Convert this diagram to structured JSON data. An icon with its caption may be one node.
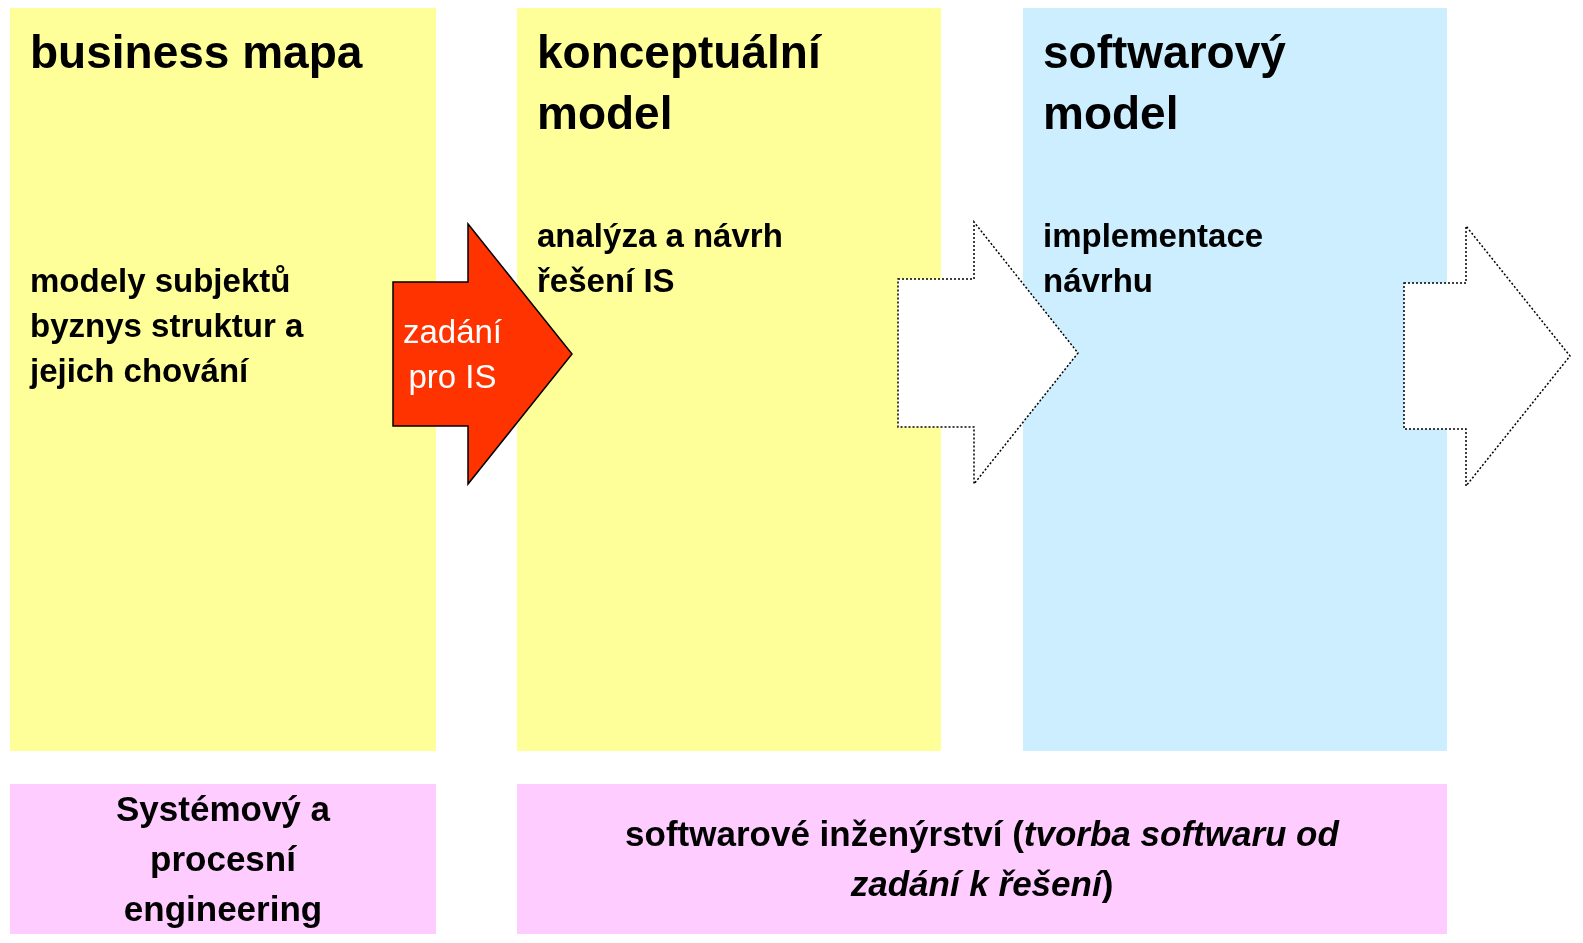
{
  "diagram": {
    "nodes": [
      {
        "text": [
          "business mapa",
          "modely subjektů byznys struktur a jejich chování"
        ]
      },
      {
        "text": [
          "konceptuální model",
          "analýza a návrh řešení IS"
        ]
      },
      {
        "text": [
          "softwarový model",
          "implementace návrhu"
        ]
      },
      {
        "text": [
          "Systémový a procesní engineering"
        ]
      },
      {
        "text": [
          "softwarové inženýrství (*tvorba softwaru od zadání k řešení*)"
        ]
      }
    ],
    "edges": [
      {
        "from": 0,
        "to": 1,
        "arrow": "to",
        "label": "zadání pro IS",
        "color": "#ff3300"
      },
      {
        "from": 1,
        "to": 2,
        "arrow": "to",
        "style": "dashed"
      },
      {
        "from": 2,
        "to": null,
        "arrow": "to",
        "style": "dashed"
      }
    ]
  }
}
